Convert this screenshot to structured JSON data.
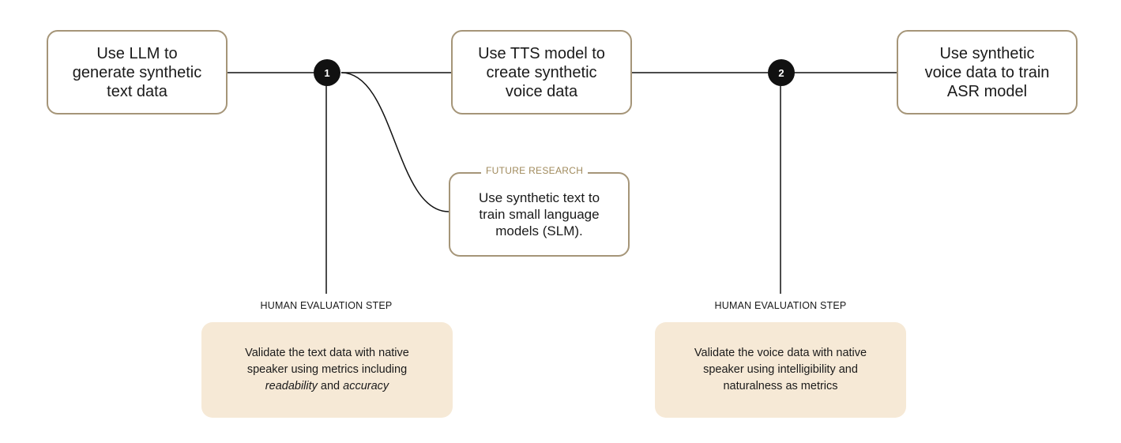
{
  "pipeline": {
    "llm_box": {
      "lines": [
        "Use LLM to",
        "generate synthetic",
        "text data"
      ]
    },
    "tts_box": {
      "lines": [
        "Use TTS model to",
        "create synthetic",
        "voice data"
      ]
    },
    "asr_box": {
      "lines": [
        "Use synthetic",
        "voice data to train",
        "ASR model"
      ]
    },
    "step_1": "1",
    "step_2": "2"
  },
  "future_research": {
    "label": "FUTURE RESEARCH",
    "lines": [
      "Use synthetic text to",
      "train small language",
      "models (SLM)."
    ]
  },
  "evaluation": {
    "left": {
      "label": "HUMAN EVALUATION STEP",
      "line1": "Validate the text data with native",
      "line2": "speaker using metrics including",
      "em1": "readability",
      "and": " and ",
      "em2": "accuracy"
    },
    "right": {
      "label": "HUMAN EVALUATION STEP",
      "lines": [
        "Validate the voice data with native",
        "speaker using intelligibility and",
        "naturalness as metrics"
      ]
    }
  },
  "colors": {
    "box_border": "#a59578",
    "eval_fill": "#f6e9d6",
    "node_fill": "#111111",
    "future_label": "#a08a5c"
  }
}
